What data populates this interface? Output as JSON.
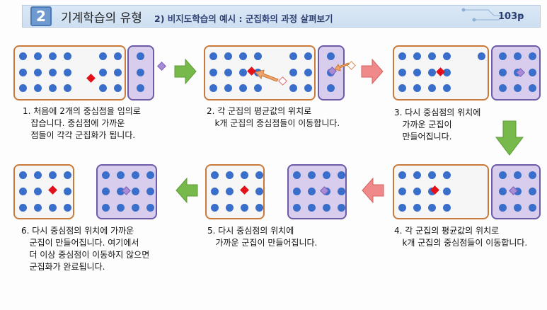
{
  "header": {
    "section_number": "2",
    "section_title": "기계학습의 유형",
    "subtitle": "2) 비지도학습의 예시 : 군집화의 과정 살펴보기",
    "page": "103p"
  },
  "steps": [
    {
      "lines": [
        "1. 처음에 2개의 중심점을 임의로",
        "   잡습니다. 중심점에 가까운",
        "   점들이 각각 군집화가 됩니다."
      ]
    },
    {
      "lines": [
        "2. 각 군집의 평균값의 위치로",
        "   k개 군집의 중심점들이 이동합니다."
      ]
    },
    {
      "lines": [
        "3. 다시 중심점의 위치에",
        "   가까운 군집이",
        "   만들어집니다."
      ]
    },
    {
      "lines": [
        "4. 각 군집의 평균값의 위치로",
        "   k개 군집의 중심점들이 이동합니다."
      ]
    },
    {
      "lines": [
        "5. 다시 중심점의 위치에",
        "   가까운 군집이 만들어집니다."
      ]
    },
    {
      "lines": [
        "6. 다시 중심점의 위치에 가까운",
        "   군집이 만들어집니다. 여기에서",
        "   더 이상 중심점이 이동하지 않으면",
        "   군집화가 완료됩니다."
      ]
    }
  ],
  "colors": {
    "cluster_a_border": "#c97a3a",
    "cluster_b_fill": "#d9cdee",
    "point": "#3a6ecb",
    "centroid": "#e3101a",
    "arrow_green": "#77b94a",
    "arrow_red": "#f08a8a"
  },
  "icons": [
    "arrow-right-green",
    "arrow-right-red",
    "arrow-down-green",
    "arrow-left-red",
    "arrow-left-green",
    "move-arrow-orange"
  ]
}
